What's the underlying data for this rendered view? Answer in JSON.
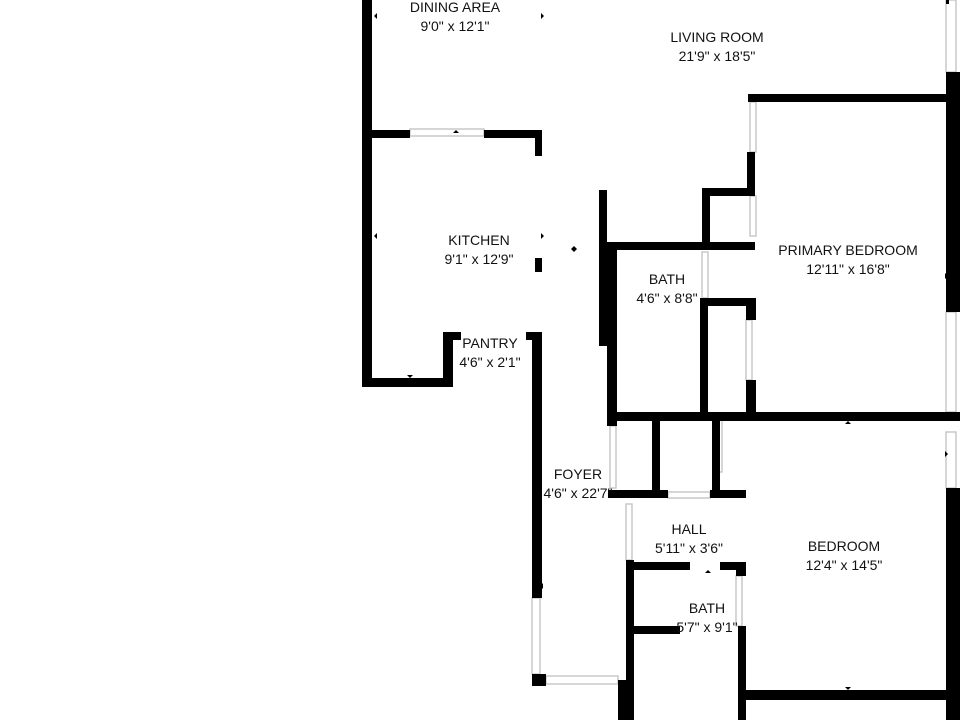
{
  "colors": {
    "wall": "#000000",
    "window": "#cccccc",
    "background": "#ffffff",
    "text": "#111111"
  },
  "rooms": [
    {
      "id": "dining-area",
      "name": "DINING AREA",
      "dims": "9'0\" x 12'1\""
    },
    {
      "id": "living-room",
      "name": "LIVING ROOM",
      "dims": "21'9\" x 18'5\""
    },
    {
      "id": "kitchen",
      "name": "KITCHEN",
      "dims": "9'1\" x 12'9\""
    },
    {
      "id": "pantry",
      "name": "PANTRY",
      "dims": "4'6\" x 2'1\""
    },
    {
      "id": "bath-1",
      "name": "BATH",
      "dims": "4'6\" x 8'8\""
    },
    {
      "id": "primary-bedroom",
      "name": "PRIMARY BEDROOM",
      "dims": "12'11\" x 16'8\""
    },
    {
      "id": "foyer",
      "name": "FOYER",
      "dims": "4'6\" x 22'7\""
    },
    {
      "id": "hall",
      "name": "HALL",
      "dims": "5'11\" x 3'6\""
    },
    {
      "id": "bedroom",
      "name": "BEDROOM",
      "dims": "12'4\" x 14'5\""
    },
    {
      "id": "bath-2",
      "name": "BATH",
      "dims": "5'7\" x 9'1\""
    }
  ]
}
